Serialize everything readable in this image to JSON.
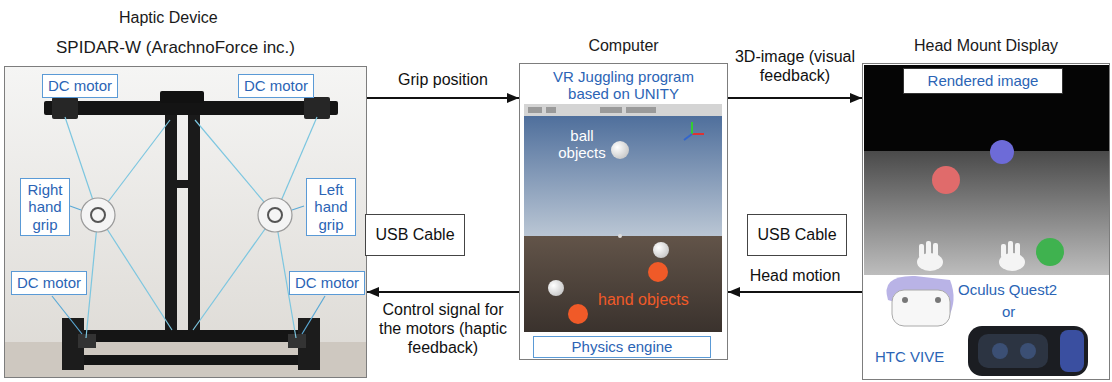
{
  "diagram": {
    "nodes": [
      {
        "text": [
          "Haptic Device",
          "SPIDAR-W (ArachnoForce inc.)"
        ]
      },
      {
        "text": [
          "DC motor"
        ],
        "in": 0
      },
      {
        "text": [
          "DC motor"
        ],
        "in": 0
      },
      {
        "text": [
          "Right hand grip"
        ],
        "in": 0
      },
      {
        "text": [
          "Left hand grip"
        ],
        "in": 0
      },
      {
        "text": [
          "DC motor"
        ],
        "in": 0
      },
      {
        "text": [
          "DC motor"
        ],
        "in": 0
      },
      {
        "text": [
          "USB Cable"
        ]
      },
      {
        "text": [
          "Computer",
          "VR Juggling program based on UNITY"
        ]
      },
      {
        "text": [
          "Physics engine"
        ],
        "in": 8
      },
      {
        "text": [
          "USB Cable"
        ]
      },
      {
        "text": [
          "Head Mount Display"
        ]
      },
      {
        "text": [
          "Rendered image"
        ],
        "in": 11
      }
    ],
    "edges": [
      {
        "from": 0,
        "to": 8,
        "label": "Grip position",
        "arrow": "to"
      },
      {
        "from": 8,
        "to": 0,
        "label": "Control signal for the motors (haptic feedback)",
        "arrow": "to"
      },
      {
        "from": 8,
        "to": 11,
        "label": "3D-image (visual feedback)",
        "arrow": "to"
      },
      {
        "from": 11,
        "to": 8,
        "label": "Head motion",
        "arrow": "to"
      }
    ],
    "labels": [
      "ball objects",
      "hand objects",
      "Oculus Quest2",
      "or",
      "HTC VIVE"
    ]
  }
}
